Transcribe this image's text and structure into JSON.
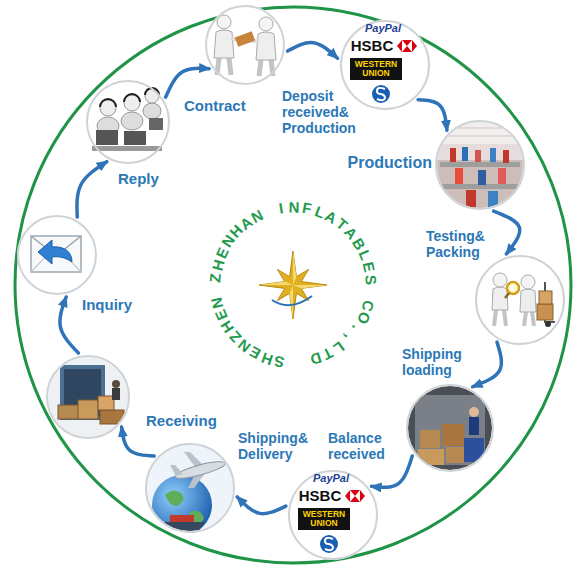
{
  "diagram": {
    "nodes": [
      {
        "text": [
          "Inquiry"
        ]
      },
      {
        "text": [
          "Reply"
        ]
      },
      {
        "text": [
          "Contract"
        ]
      },
      {
        "text": [
          "Deposit received& Production"
        ]
      },
      {
        "text": [
          "Production"
        ]
      },
      {
        "text": [
          "Testing& Packing"
        ]
      },
      {
        "text": [
          "Shipping loading"
        ]
      },
      {
        "text": [
          "Balance received"
        ]
      },
      {
        "text": [
          "Shipping& Delivery"
        ]
      },
      {
        "text": [
          "Receiving"
        ]
      }
    ],
    "edges": [
      {
        "from": 0,
        "to": 1,
        "arrow": "to"
      },
      {
        "from": 1,
        "to": 2,
        "arrow": "to"
      },
      {
        "from": 2,
        "to": 3,
        "arrow": "to"
      },
      {
        "from": 3,
        "to": 4,
        "arrow": "to"
      },
      {
        "from": 4,
        "to": 5,
        "arrow": "to"
      },
      {
        "from": 5,
        "to": 6,
        "arrow": "to"
      },
      {
        "from": 6,
        "to": 7,
        "arrow": "to"
      },
      {
        "from": 7,
        "to": 8,
        "arrow": "to"
      },
      {
        "from": 8,
        "to": 9,
        "arrow": "to"
      },
      {
        "from": 9,
        "to": 0,
        "arrow": "to"
      }
    ],
    "labels": [
      "SHENZHEN ZHENHAN INFLATABLES CO.,LTD",
      "PayPal",
      "HSBC",
      "WESTERN UNION",
      "PayPal",
      "HSBC",
      "WESTERN UNION"
    ]
  }
}
